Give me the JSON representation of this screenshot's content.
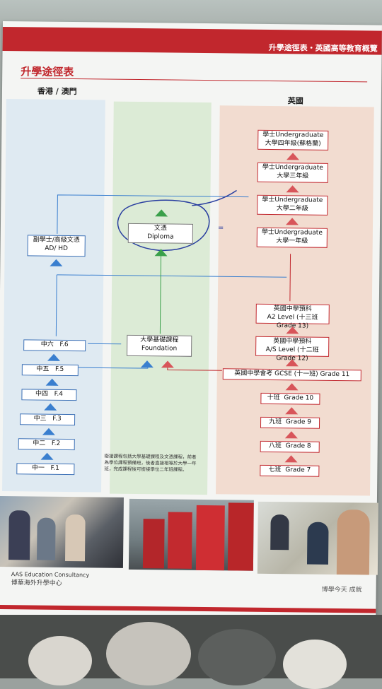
{
  "header": {
    "topbar": "升學途徑表・英國高等教育概覽"
  },
  "title": "升學途徑表",
  "columns": {
    "hk": "香港 / 澳門",
    "uk": "英國"
  },
  "hk": {
    "ad": [
      "副學士/高級文憑",
      "AD/ HD"
    ],
    "forms": [
      {
        "zh": "中六",
        "en": "F.6"
      },
      {
        "zh": "中五",
        "en": "F.5"
      },
      {
        "zh": "中四",
        "en": "F.4"
      },
      {
        "zh": "中三",
        "en": "F.3"
      },
      {
        "zh": "中二",
        "en": "F.2"
      },
      {
        "zh": "中一",
        "en": "F.1"
      }
    ]
  },
  "middle": {
    "diploma": [
      "文憑",
      "Diploma"
    ],
    "foundation": [
      "大學基礎課程",
      "Foundation"
    ],
    "note": "衛接課程包括大學基礎課程及文憑課程，前者為學位課程預備班，後者直接相等於大學一年班，完成課程後可銜接學位二年班課程。"
  },
  "uk": {
    "ug": [
      [
        "學士Undergraduate",
        "大學四年級(蘇格蘭)"
      ],
      [
        "學士Undergraduate",
        "大學三年級"
      ],
      [
        "學士Undergraduate",
        "大學二年級"
      ],
      [
        "學士Undergraduate",
        "大學一年級"
      ]
    ],
    "a2": [
      "英國中學預科",
      "A2 Level (十三班 Grade 13)"
    ],
    "as": [
      "英國中學預科",
      "A/S Level (十二班 Grade 12)"
    ],
    "gcse": "英國中學會考 GCSE (十一班) Grade 11",
    "grades": [
      {
        "zh": "十班",
        "en": "Grade 10"
      },
      {
        "zh": "九班",
        "en": "Grade 9"
      },
      {
        "zh": "八班",
        "en": "Grade 8"
      },
      {
        "zh": "七班",
        "en": "Grade 7"
      }
    ]
  },
  "footer": {
    "brand": "AAS Education Consultancy",
    "brand_zh": "博華海外升學中心",
    "right": "博學今天 成就"
  },
  "colors": {
    "red": "#c1272d",
    "blue": "#3a7fcf",
    "green": "#3aa04a"
  }
}
